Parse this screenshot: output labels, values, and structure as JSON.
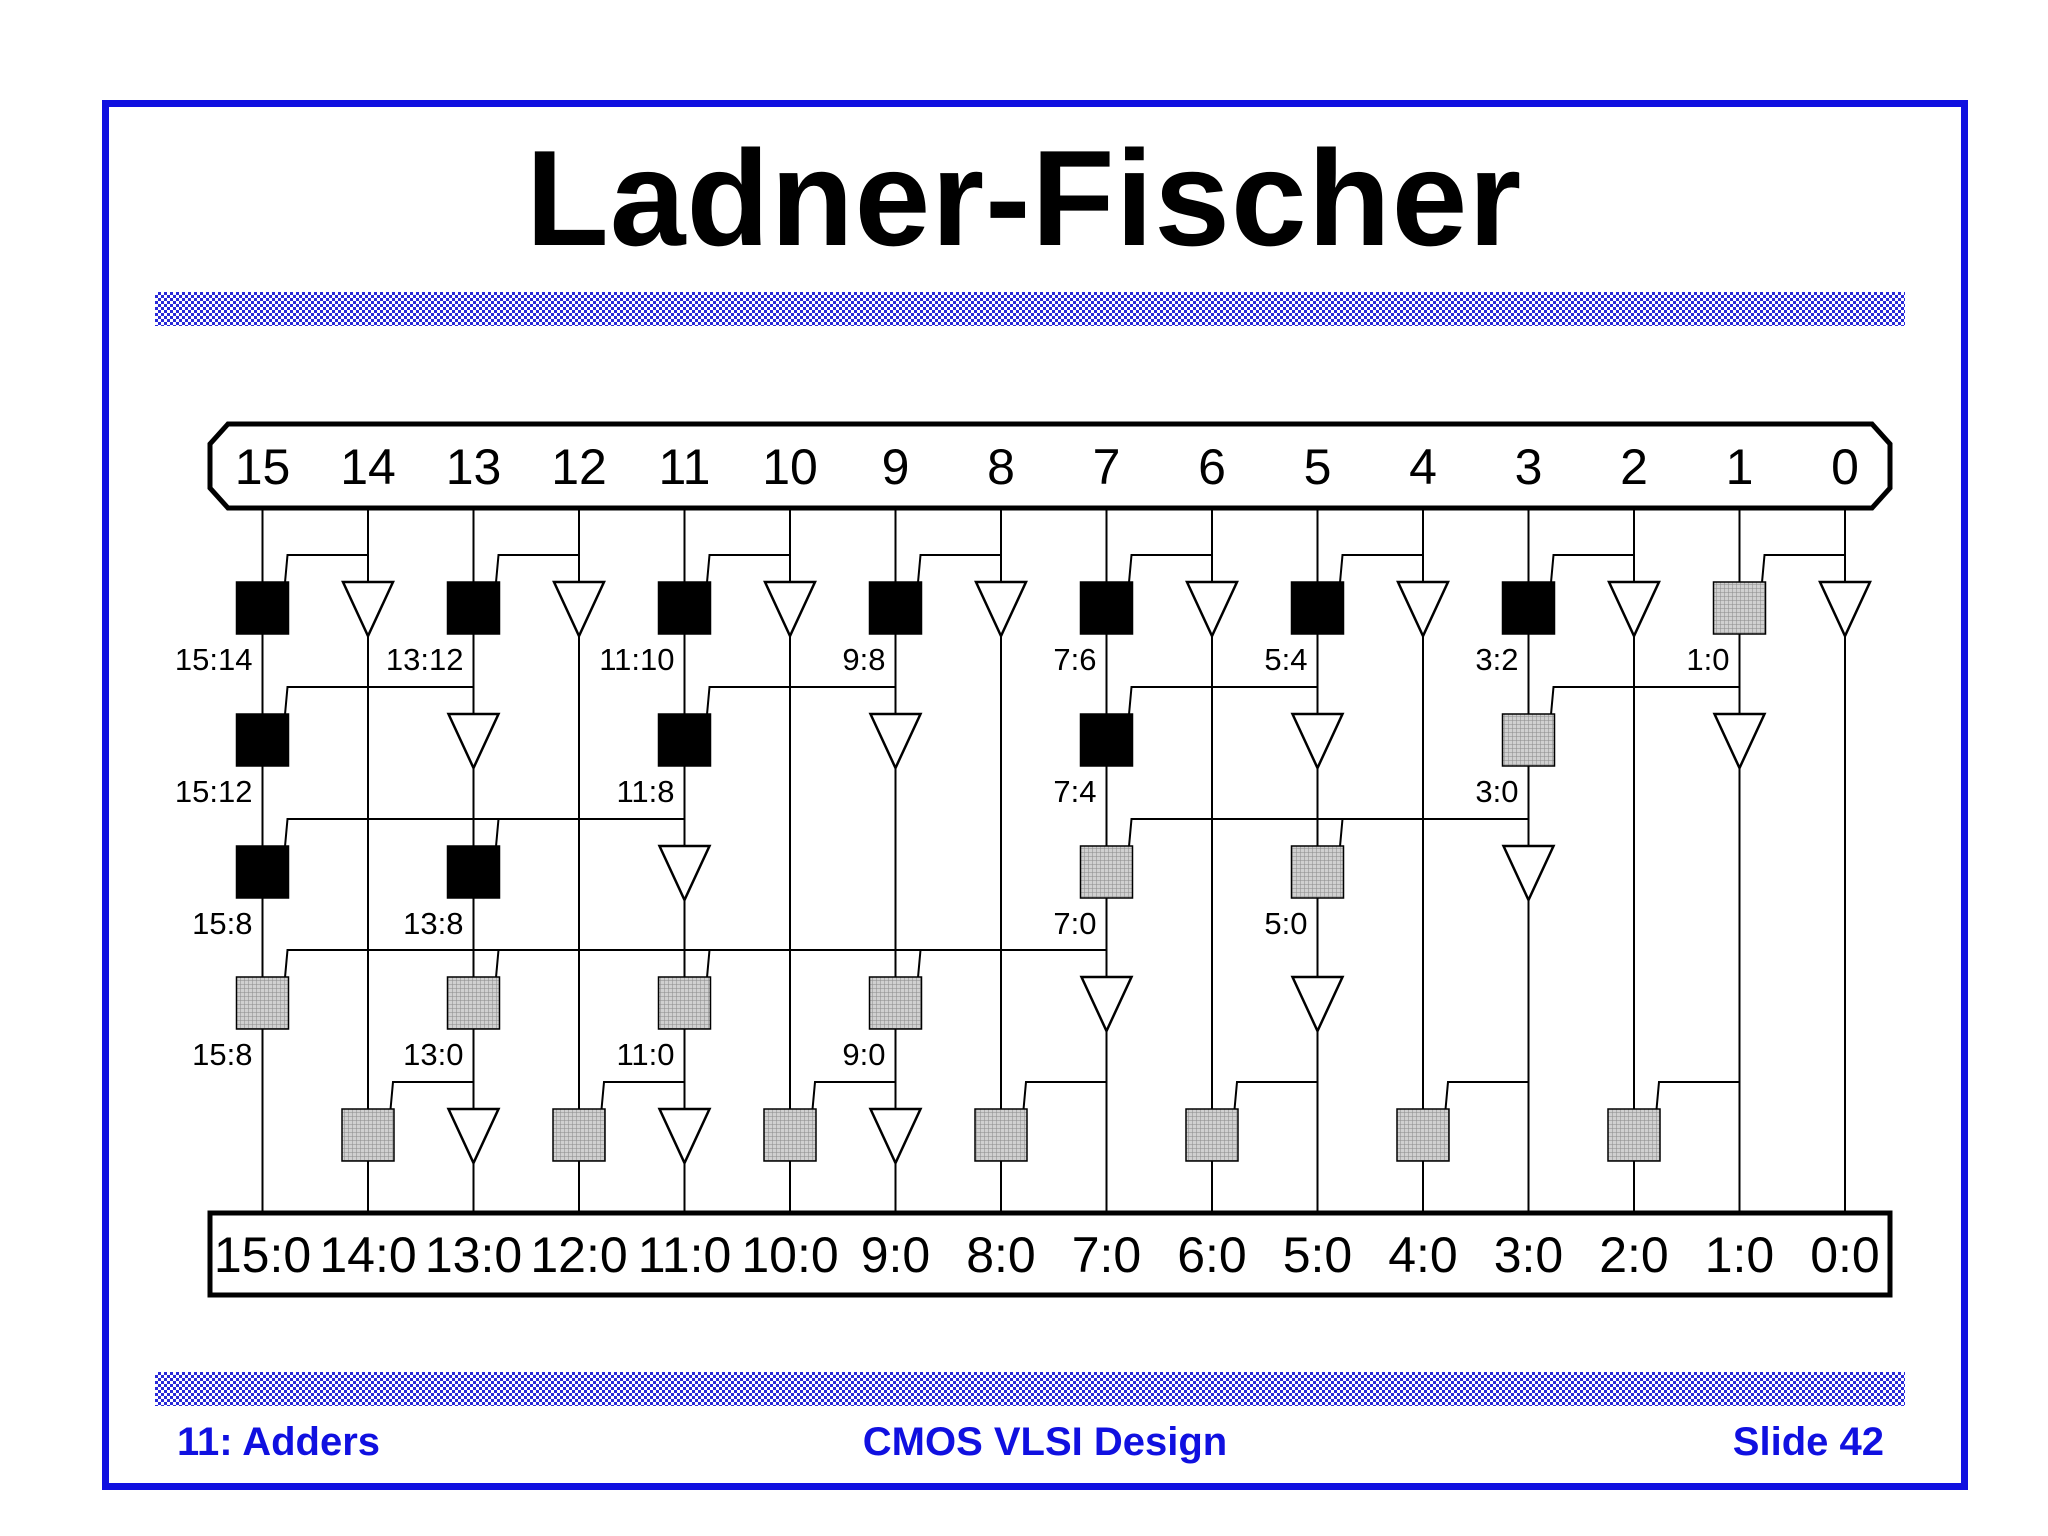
{
  "title": "Ladner-Fischer",
  "footer": {
    "left": "11: Adders",
    "center": "CMOS VLSI Design",
    "right": "Slide 42"
  },
  "colors": {
    "frame": "#1010e0",
    "footer_text": "#1010e0",
    "rule_band": "#2a2ad8",
    "black_cell": "#000000",
    "gray_cell": "#bdbdbd"
  },
  "diagram": {
    "inputs": [
      "15",
      "14",
      "13",
      "12",
      "11",
      "10",
      "9",
      "8",
      "7",
      "6",
      "5",
      "4",
      "3",
      "2",
      "1",
      "0"
    ],
    "outputs": [
      "15:0",
      "14:0",
      "13:0",
      "12:0",
      "11:0",
      "10:0",
      "9:0",
      "8:0",
      "7:0",
      "6:0",
      "5:0",
      "4:0",
      "3:0",
      "2:0",
      "1:0",
      "0:0"
    ],
    "levels": [
      {
        "cells": [
          {
            "col": 15,
            "type": "black",
            "label": "15:14"
          },
          {
            "col": 14,
            "type": "buffer"
          },
          {
            "col": 13,
            "type": "black",
            "label": "13:12"
          },
          {
            "col": 12,
            "type": "buffer"
          },
          {
            "col": 11,
            "type": "black",
            "label": "11:10"
          },
          {
            "col": 10,
            "type": "buffer"
          },
          {
            "col": 9,
            "type": "black",
            "label": "9:8"
          },
          {
            "col": 8,
            "type": "buffer"
          },
          {
            "col": 7,
            "type": "black",
            "label": "7:6"
          },
          {
            "col": 6,
            "type": "buffer"
          },
          {
            "col": 5,
            "type": "black",
            "label": "5:4"
          },
          {
            "col": 4,
            "type": "buffer"
          },
          {
            "col": 3,
            "type": "black",
            "label": "3:2"
          },
          {
            "col": 2,
            "type": "buffer"
          },
          {
            "col": 1,
            "type": "gray",
            "label": "1:0"
          },
          {
            "col": 0,
            "type": "buffer"
          }
        ],
        "feeds": [
          {
            "col": 15,
            "from": 14
          },
          {
            "col": 13,
            "from": 12
          },
          {
            "col": 11,
            "from": 10
          },
          {
            "col": 9,
            "from": 8
          },
          {
            "col": 7,
            "from": 6
          },
          {
            "col": 5,
            "from": 4
          },
          {
            "col": 3,
            "from": 2
          },
          {
            "col": 1,
            "from": 0
          }
        ]
      },
      {
        "cells": [
          {
            "col": 15,
            "type": "black",
            "label": "15:12"
          },
          {
            "col": 13,
            "type": "buffer"
          },
          {
            "col": 11,
            "type": "black",
            "label": "11:8"
          },
          {
            "col": 9,
            "type": "buffer"
          },
          {
            "col": 7,
            "type": "black",
            "label": "7:4"
          },
          {
            "col": 5,
            "type": "buffer"
          },
          {
            "col": 3,
            "type": "gray",
            "label": "3:0"
          },
          {
            "col": 1,
            "type": "buffer"
          }
        ],
        "feeds": [
          {
            "col": 15,
            "from": 13
          },
          {
            "col": 11,
            "from": 9
          },
          {
            "col": 7,
            "from": 5
          },
          {
            "col": 3,
            "from": 1
          }
        ]
      },
      {
        "cells": [
          {
            "col": 15,
            "type": "black",
            "label": "15:8"
          },
          {
            "col": 13,
            "type": "black",
            "label": "13:8"
          },
          {
            "col": 11,
            "type": "buffer"
          },
          {
            "col": 7,
            "type": "gray",
            "label": "7:0"
          },
          {
            "col": 5,
            "type": "gray",
            "label": "5:0"
          },
          {
            "col": 3,
            "type": "buffer"
          }
        ],
        "feeds": [
          {
            "col": 15,
            "from": 11
          },
          {
            "col": 13,
            "from": 11
          },
          {
            "col": 7,
            "from": 3
          },
          {
            "col": 5,
            "from": 3
          }
        ]
      },
      {
        "cells": [
          {
            "col": 15,
            "type": "gray",
            "label": "15:8"
          },
          {
            "col": 13,
            "type": "gray",
            "label": "13:0"
          },
          {
            "col": 11,
            "type": "gray",
            "label": "11:0"
          },
          {
            "col": 9,
            "type": "gray",
            "label": "9:0"
          },
          {
            "col": 7,
            "type": "buffer"
          },
          {
            "col": 5,
            "type": "buffer"
          }
        ],
        "feeds": [
          {
            "col": 15,
            "from": 7
          },
          {
            "col": 13,
            "from": 7
          },
          {
            "col": 11,
            "from": 7
          },
          {
            "col": 9,
            "from": 7
          }
        ]
      },
      {
        "cells": [
          {
            "col": 14,
            "type": "gray"
          },
          {
            "col": 13,
            "type": "buffer"
          },
          {
            "col": 12,
            "type": "gray"
          },
          {
            "col": 11,
            "type": "buffer"
          },
          {
            "col": 10,
            "type": "gray"
          },
          {
            "col": 9,
            "type": "buffer"
          },
          {
            "col": 8,
            "type": "gray"
          },
          {
            "col": 6,
            "type": "gray"
          },
          {
            "col": 4,
            "type": "gray"
          },
          {
            "col": 2,
            "type": "gray"
          }
        ],
        "feeds": [
          {
            "col": 14,
            "from": 13
          },
          {
            "col": 12,
            "from": 11
          },
          {
            "col": 10,
            "from": 9
          },
          {
            "col": 8,
            "from": 7
          },
          {
            "col": 6,
            "from": 5
          },
          {
            "col": 4,
            "from": 3
          },
          {
            "col": 2,
            "from": 1
          }
        ]
      }
    ]
  }
}
